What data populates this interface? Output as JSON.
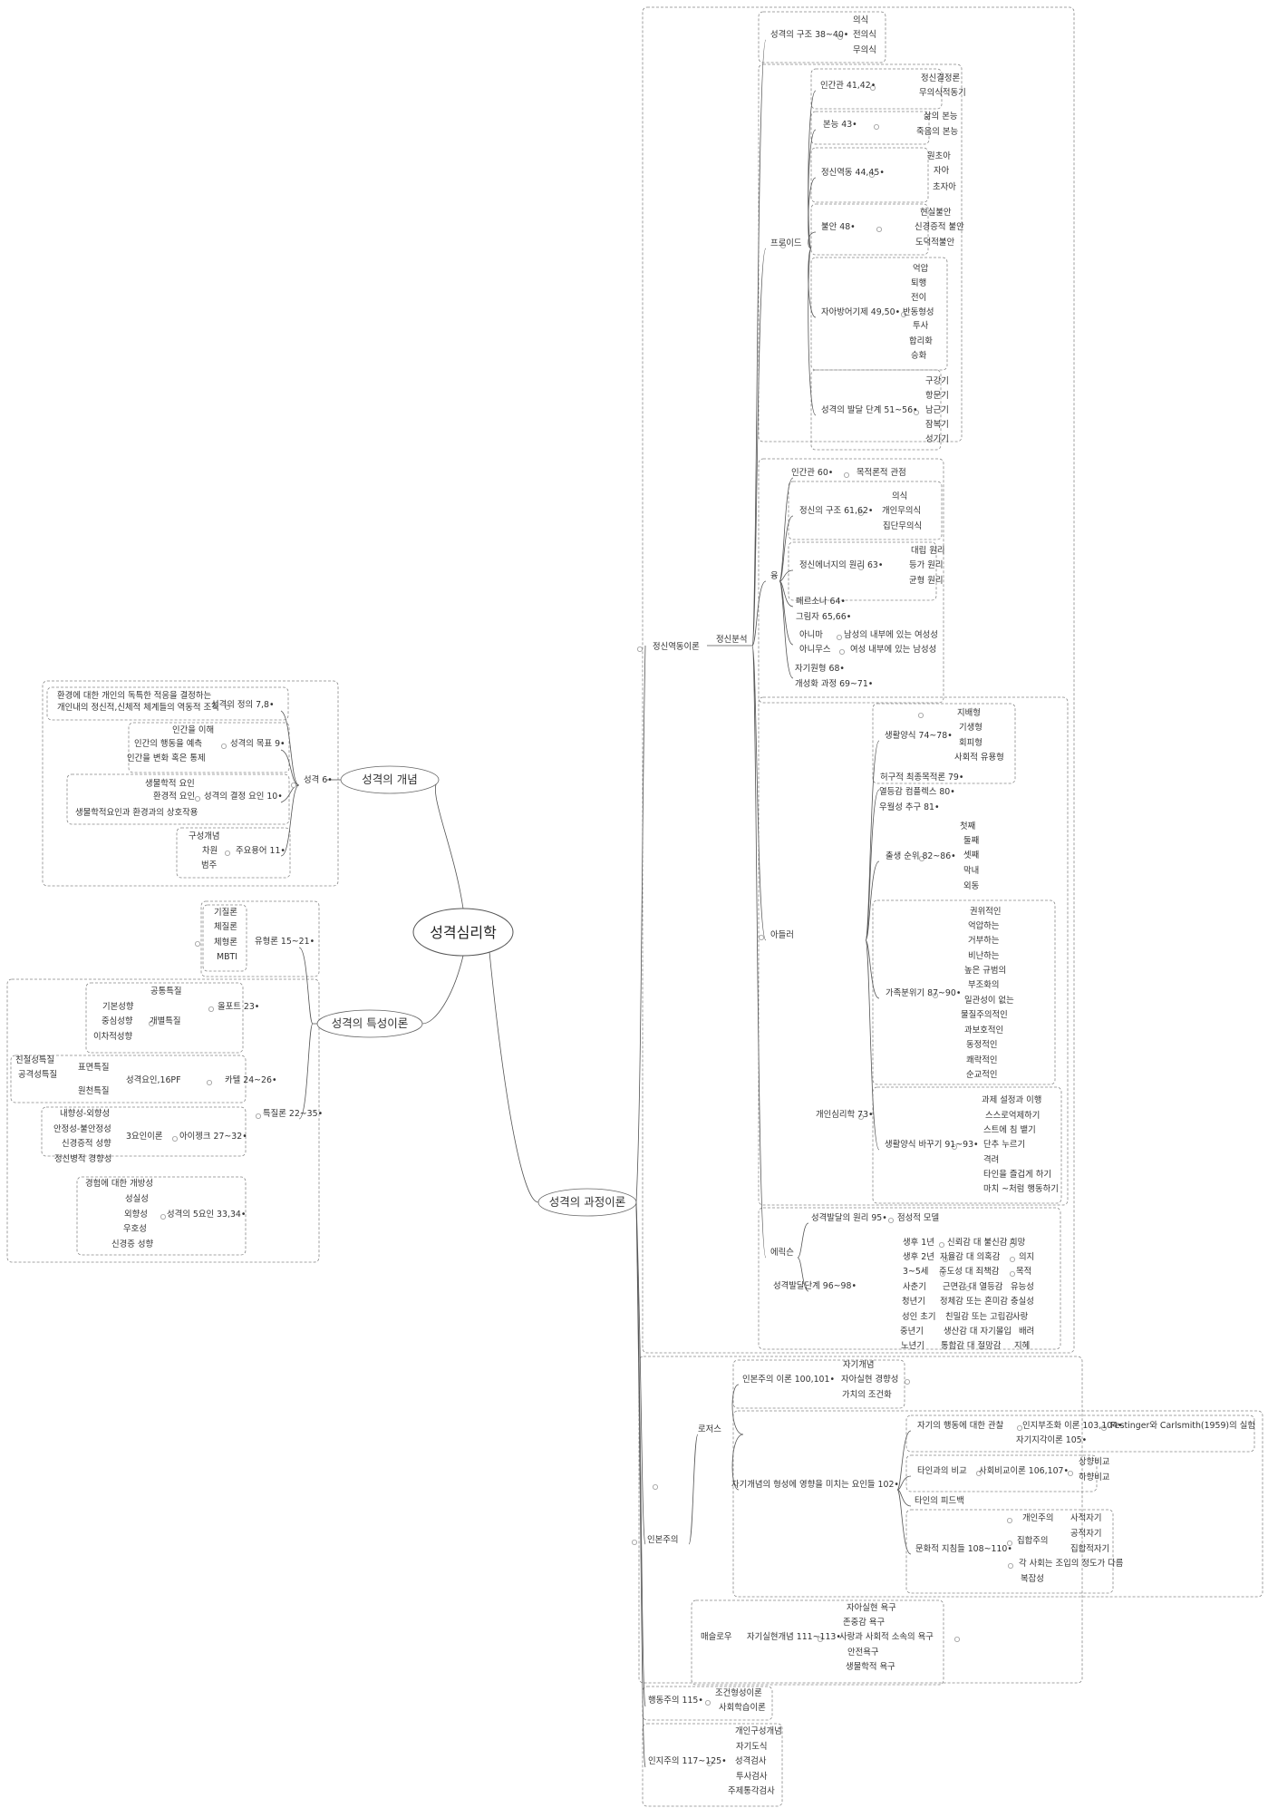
{
  "root": "성격심리학",
  "branches": {
    "concept": "성격의 개념",
    "trait": "성격의 특성이론",
    "process": "성격의 과정이론"
  },
  "texts": [
    "환경에 대한 개인의 독특한 적응을 결정하는",
    "개인내의 정신적,신체적 체계들의 역동적 조직",
    "성격의 정의 7,8•",
    "인간을 이해",
    "인간의 행동을 예측",
    "인간을 변화 혹은 통제",
    "성격의 목표 9•",
    "생물학적 요인",
    "환경적 요인",
    "생물학적요인과 환경과의 상호작용",
    "성격의 결정 요인 10•",
    "성격 6•",
    "구성개념",
    "차원",
    "범주",
    "주요용어 11•",
    "기질론",
    "체질론",
    "체형론",
    "MBTI",
    "유형론 15~21•",
    "공통특질",
    "기본성향",
    "중심성향",
    "이차적성향",
    "개별특질",
    "올포트 23•",
    "친절성특질",
    "공격성특질",
    "표면특질",
    "원천특질",
    "성격요인,16PF",
    "카텔 24~26•",
    "내향성-외향성",
    "안정성-불안정성",
    "신경증적 성향",
    "정신병적 경향성",
    "3요인이론",
    "아이젱크 27~32•",
    "경험에 대한 개방성",
    "성실성",
    "외향성",
    "우호성",
    "신경증 성향",
    "성격의 5요인 33,34•",
    "특질론 22~35•",
    "의식",
    "전의식",
    "무의식",
    "성격의 구조 38~40•",
    "정신결정론",
    "무의식적동기",
    "인간관 41,42•",
    "삶의 본능",
    "죽음의 본능",
    "본능 43•",
    "원초아",
    "자아",
    "초자아",
    "정신역동 44,45•",
    "현실불안",
    "신경증적 불안",
    "도덕적불안",
    "불안 48•",
    "억압",
    "퇴행",
    "전이",
    "반동형성",
    "투사",
    "합리화",
    "승화",
    "자아방어기제 49,50•",
    "구강기",
    "항문기",
    "남근기",
    "잠복기",
    "성기기",
    "성격의 발달 단계 51~56•",
    "프로이드",
    "인간관 60•",
    "목적론적 관점",
    "의식",
    "개인무의식",
    "집단무의식",
    "정신의 구조 61,62•",
    "대립 원리",
    "등가 원리",
    "균형 원리",
    "정신에너지의 원리 63•",
    "페르소나 64•",
    "그림자 65,66•",
    "아니마",
    "남성의 내부에 있는 여성성",
    "아니무스",
    "여성 내부에 있는 남성성",
    "자기원형 68•",
    "개성화 과정 69~71•",
    "융",
    "정신분석",
    "정신역동이론",
    "지배형",
    "기생형",
    "회피형",
    "사회적 유용형",
    "생활양식 74~78•",
    "허구적 최종목적론 79•",
    "열등감 컴플렉스 80•",
    "우월성 추구 81•",
    "첫째",
    "둘째",
    "셋째",
    "막내",
    "외동",
    "출생 순위 82~86•",
    "권위적인",
    "억압하는",
    "거부하는",
    "비난하는",
    "높은 규범의",
    "부조화의",
    "일관성이 없는",
    "물질주의적인",
    "과보호적인",
    "동정적인",
    "쾌락적인",
    "순교적인",
    "가족분위기 87~90•",
    "과제 설정과 이행",
    "스스로억제하기",
    "스트에 침 뱉기",
    "단추 누르기",
    "격려",
    "타인을 즐겁게 하기",
    "마치 ~처럼 행동하기",
    "생활양식 바꾸기 91~93•",
    "개인심리학 73•",
    "아들러",
    "성격발달의 원리 95•",
    "점성적 모델",
    "생후 1년",
    "신뢰감 대 불신감",
    "희망",
    "생후 2년",
    "자율감 대 의혹감",
    "의지",
    "3~5세",
    "주도성 대 죄책감",
    "목적",
    "사춘기",
    "근면감 대 열등감",
    "유능성",
    "청년기",
    "정체감 또는 혼미감",
    "충실성",
    "성인 초기",
    "친밀감 또는 고립감",
    "사랑",
    "중년기",
    "생산감 대 자기몰입",
    "배려",
    "노년기",
    "통합감 대 절망감",
    "지혜",
    "성격발달단계 96~98•",
    "에릭슨",
    "자기개념",
    "자아실현 경향성",
    "가치의 조건화",
    "인본주의 이론 100,101•",
    "자기의 행동에 대한 관찰",
    "인지부조화 이론 103,104•",
    "Festinger와 Carlsmith(1959)의 실험",
    "자기지각이론 105•",
    "타인과의 비교",
    "사회비교이론 106,107•",
    "상향비교",
    "하향비교",
    "타인의 피드백",
    "개인주의",
    "사적자기",
    "집합주의",
    "공적자기",
    "집합적자기",
    "각 사회는 조입의 정도가 다름",
    "복잡성",
    "문화적 지침들 108~110•",
    "자기개념의 형성에 영향을 미치는 요인들 102•",
    "로저스",
    "자아실현 욕구",
    "존중감 욕구",
    "사랑과 사회적 소속의 욕구",
    "안전욕구",
    "생물학적 욕구",
    "자기실현개념 111~113•",
    "매슬로우",
    "인본주의",
    "조건형성이론",
    "사회학습이론",
    "행동주의 115•",
    "개인구성개념",
    "자기도식",
    "성격검사",
    "투사검사",
    "주제통각검사",
    "인지주의 117~125•"
  ]
}
